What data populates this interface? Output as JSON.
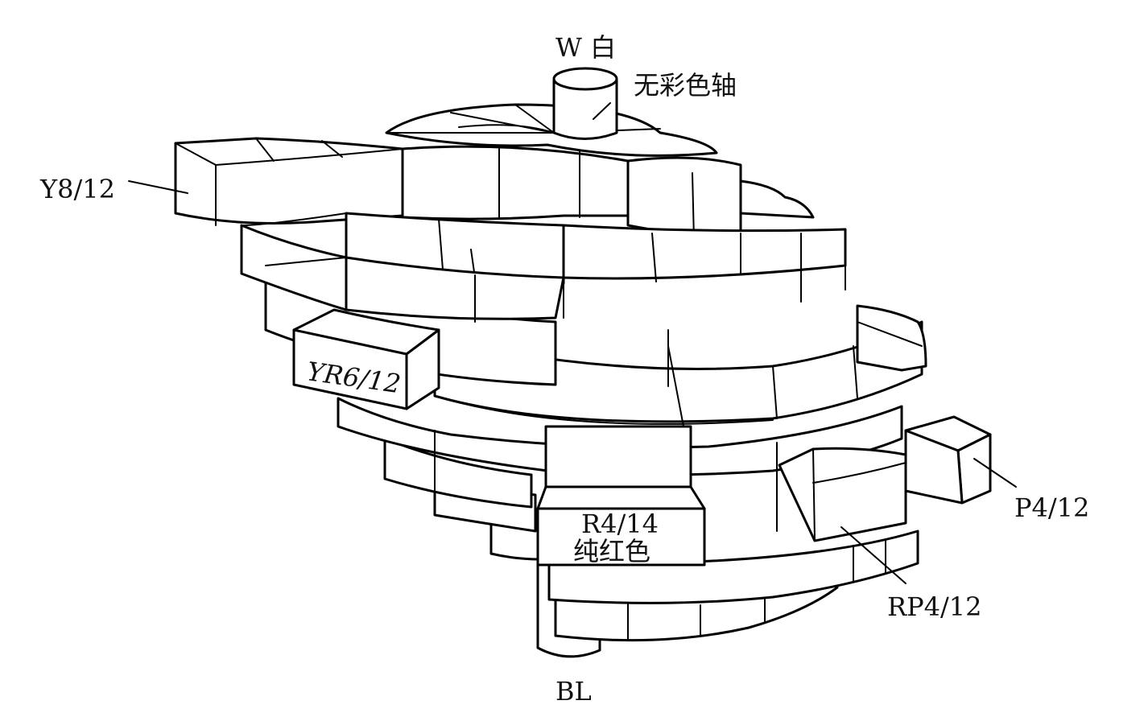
{
  "labels": {
    "white_top": "W 白",
    "achromatic_axis": "无彩色轴",
    "yellow": "Y8/12",
    "yellow_red": "YR6/12",
    "red_line1": "R4/14",
    "red_line2": "纯红色",
    "purple": "P4/12",
    "red_purple": "RP4/12",
    "black_bottom": "BL"
  },
  "colors": {
    "stroke": "#000000",
    "fill": "#ffffff",
    "text": "#111111"
  }
}
